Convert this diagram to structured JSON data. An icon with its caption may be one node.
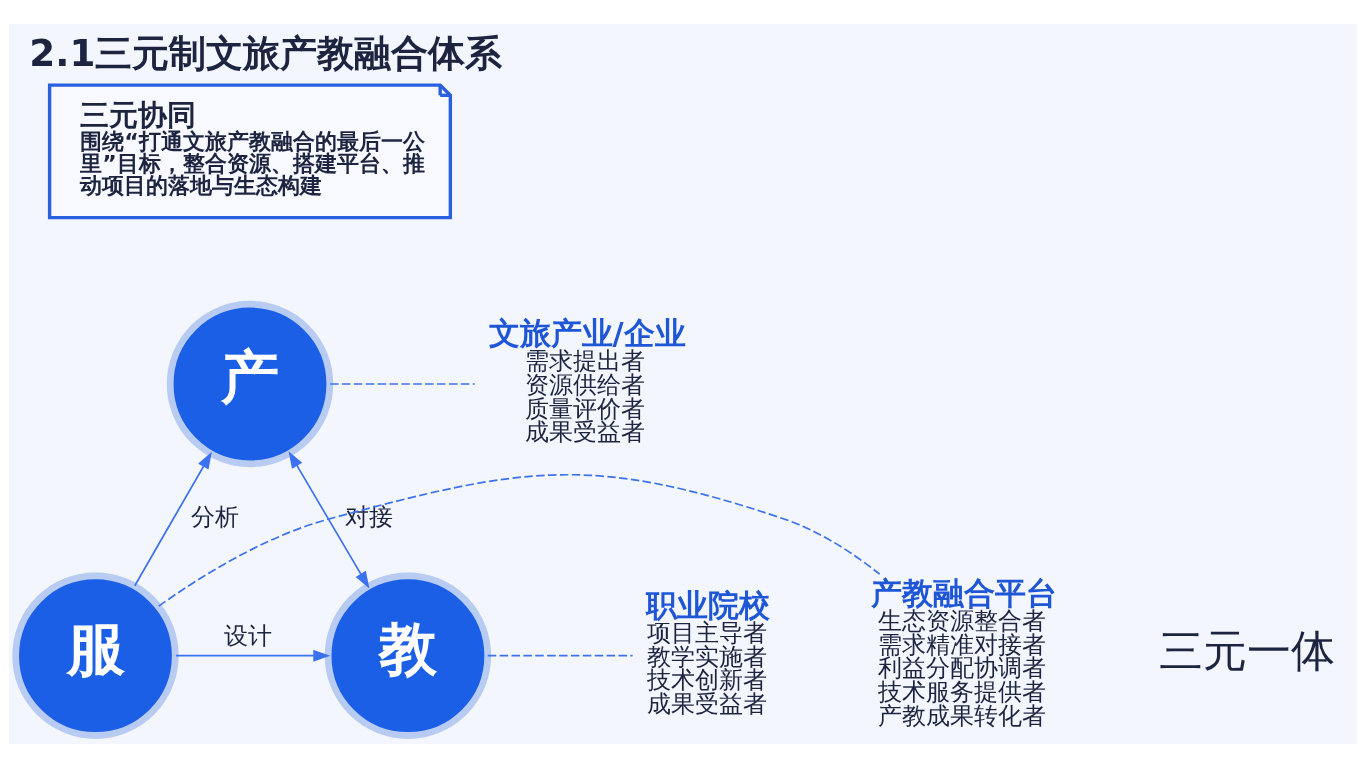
{
  "diagram": {
    "title": "2.1三元制文旅产教融合体系",
    "nodes": [
      {
        "text": [
          "三元协同",
          "围绕“打通文旅产教融合的最后一公里”目标，整合资源、搭建平台、推动项目的落地与生态构建"
        ]
      },
      {
        "text": [
          "产"
        ]
      },
      {
        "text": [
          "文旅产业/企业",
          "需求提出者",
          "资源供给者",
          "质量评价者",
          "成果受益者"
        ]
      },
      {
        "text": [
          "服"
        ]
      },
      {
        "text": [
          "产教融合平台",
          "生态资源整合者",
          "需求精准对接者",
          "利益分配协调者",
          "技术服务提供者",
          "产教成果转化者"
        ]
      },
      {
        "text": [
          "教"
        ]
      },
      {
        "text": [
          "职业院校",
          "项目主导者",
          "教学实施者",
          "技术创新者",
          "成果受益者"
        ]
      }
    ],
    "edges": [
      {
        "from": 3,
        "to": 1,
        "arrow": "to",
        "label": "分析"
      },
      {
        "from": 1,
        "to": 5,
        "arrow": "both",
        "label": "对接"
      },
      {
        "from": 3,
        "to": 5,
        "arrow": "to",
        "label": "设计"
      },
      {
        "from": 1,
        "to": 2,
        "arrow": "none",
        "style": "dashed"
      },
      {
        "from": 3,
        "to": 4,
        "arrow": "none",
        "style": "dashed"
      },
      {
        "from": 5,
        "to": 6,
        "arrow": "none",
        "style": "dashed"
      }
    ],
    "labels": [
      "三元一体"
    ]
  }
}
